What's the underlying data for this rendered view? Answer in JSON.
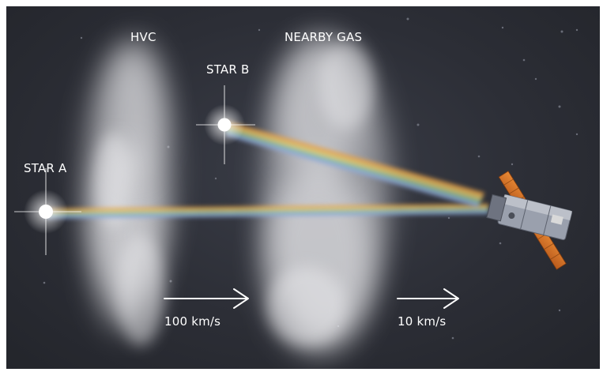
{
  "labels": {
    "hvc": "HVC",
    "nearby_gas": "NEARBY GAS",
    "star_a": "STAR A",
    "star_b": "STAR B",
    "speed_hvc": "100 km/s",
    "speed_gas": "10 km/s"
  },
  "colors": {
    "background": "#2c2e36",
    "frame": "#ffffff",
    "text": "#ffffff",
    "cloud": "#e8e8ea",
    "solar_panel": "#d9782a",
    "satellite_body": "#9aa0ad"
  },
  "icons": {
    "star_a": "glowing-star",
    "star_b": "glowing-star",
    "observer": "space-telescope",
    "arrows": "right-arrow"
  }
}
